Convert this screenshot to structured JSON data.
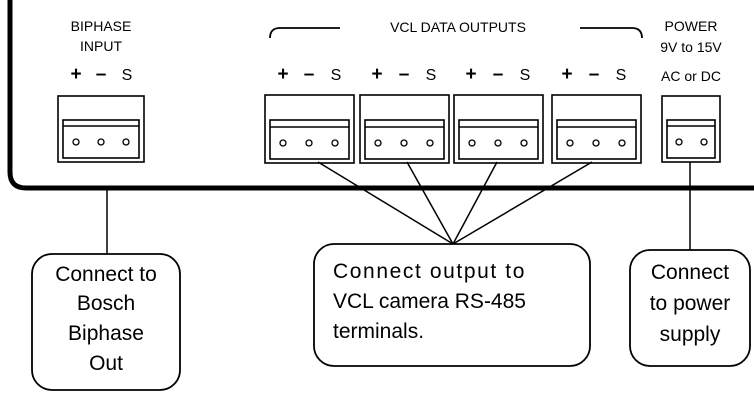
{
  "biphase_input": {
    "title_line1": "BIPHASE",
    "title_line2": "INPUT",
    "pins": {
      "plus": "+",
      "minus": "–",
      "signal": "S"
    }
  },
  "vcl_outputs": {
    "title": "VCL DATA OUTPUTS",
    "count": 4,
    "pins": {
      "plus": "+",
      "minus": "–",
      "signal": "S"
    }
  },
  "power": {
    "title": "POWER",
    "line2": "9V to 15V",
    "line3": "AC or DC"
  },
  "callouts": {
    "bosch": {
      "line1": "Connect to",
      "line2": "Bosch",
      "line3": "Biphase",
      "line4": "Out"
    },
    "vcl": {
      "line1": "Connect output to",
      "line2": "VCL camera RS-485",
      "line3": "terminals."
    },
    "power": {
      "line1": "Connect",
      "line2": "to power",
      "line3": "supply"
    }
  },
  "colors": {
    "line": "#000000",
    "background": "#ffffff"
  }
}
